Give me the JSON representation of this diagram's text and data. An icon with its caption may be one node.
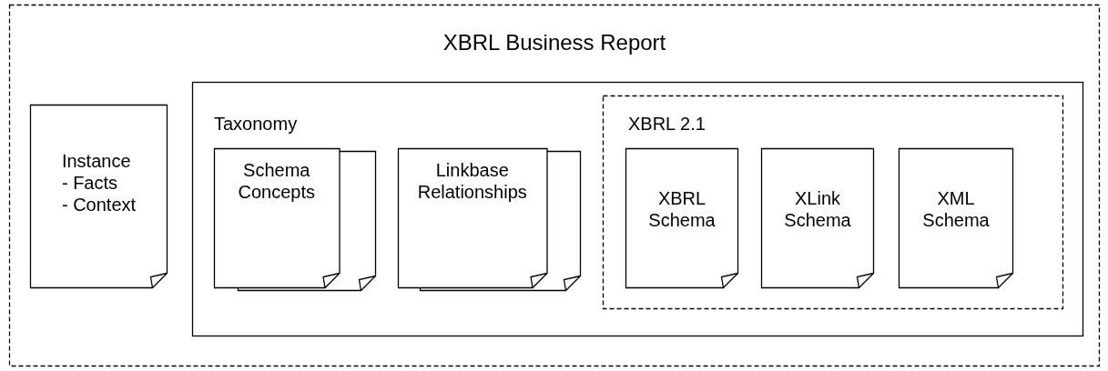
{
  "diagram": {
    "nodes": [
      {
        "text": [
          "XBRL Business Report"
        ]
      },
      {
        "text": [
          "Instance",
          "- Facts",
          "- Context"
        ],
        "in": 0
      },
      {
        "text": [
          "Taxonomy"
        ],
        "in": 0
      },
      {
        "text": [
          "Schema Concepts"
        ],
        "in": 2
      },
      {
        "text": [
          "Linkbase Relationships"
        ],
        "in": 2
      },
      {
        "text": [
          "XBRL 2.1"
        ],
        "in": 2
      },
      {
        "text": [
          "XBRL Schema"
        ],
        "in": 5
      },
      {
        "text": [
          "XLink Schema"
        ],
        "in": 5
      },
      {
        "text": [
          "XML Schema"
        ],
        "in": 5
      }
    ]
  }
}
